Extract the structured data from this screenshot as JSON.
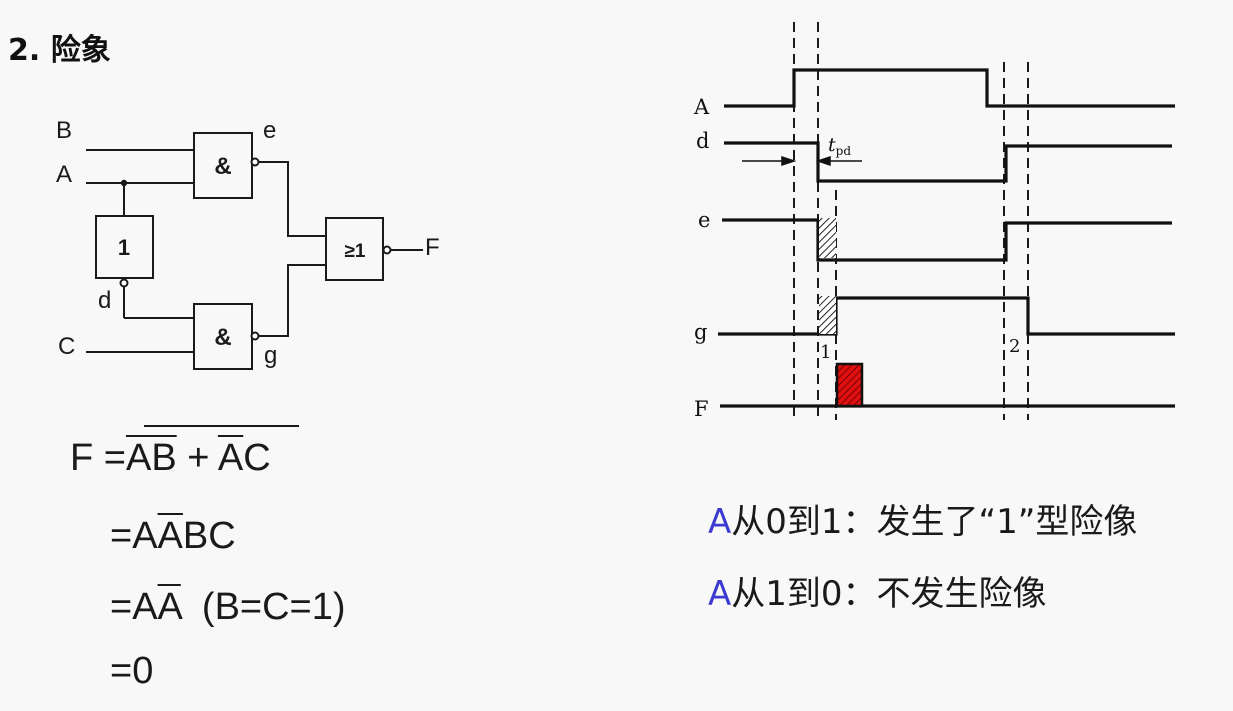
{
  "title": "2. 险象",
  "circuit": {
    "inputs": {
      "b": "B",
      "a": "A",
      "c": "C"
    },
    "gates": {
      "and_top": "&",
      "and_bottom": "&",
      "inverter": "1",
      "or": "≥1"
    },
    "nodes": {
      "e": "e",
      "d": "d",
      "g": "g",
      "f": "F"
    }
  },
  "equations": {
    "line1": {
      "lhs": "F =",
      "t1": "AB",
      "plus": " + ",
      "t2": "A",
      "t3": "C"
    },
    "line2": {
      "pre": "=A",
      "bar": "A",
      "post": "BC"
    },
    "line3": {
      "pre": "=A",
      "bar": "A",
      "post": "  (B=C=1)"
    },
    "line4": "=0"
  },
  "timing": {
    "signals": {
      "a": "A",
      "d": "d",
      "e": "e",
      "g": "g",
      "f": "F"
    },
    "tpd": "t",
    "tpd_sub": "pd",
    "markers": {
      "m1": "1",
      "m2": "2"
    },
    "hazard_color": "#e01010"
  },
  "notes": {
    "n1": {
      "sig": "A",
      "text": "从0到1：发生了“1”型险像"
    },
    "n2": {
      "sig": "A",
      "text": "从1到0：不发生险像"
    }
  }
}
